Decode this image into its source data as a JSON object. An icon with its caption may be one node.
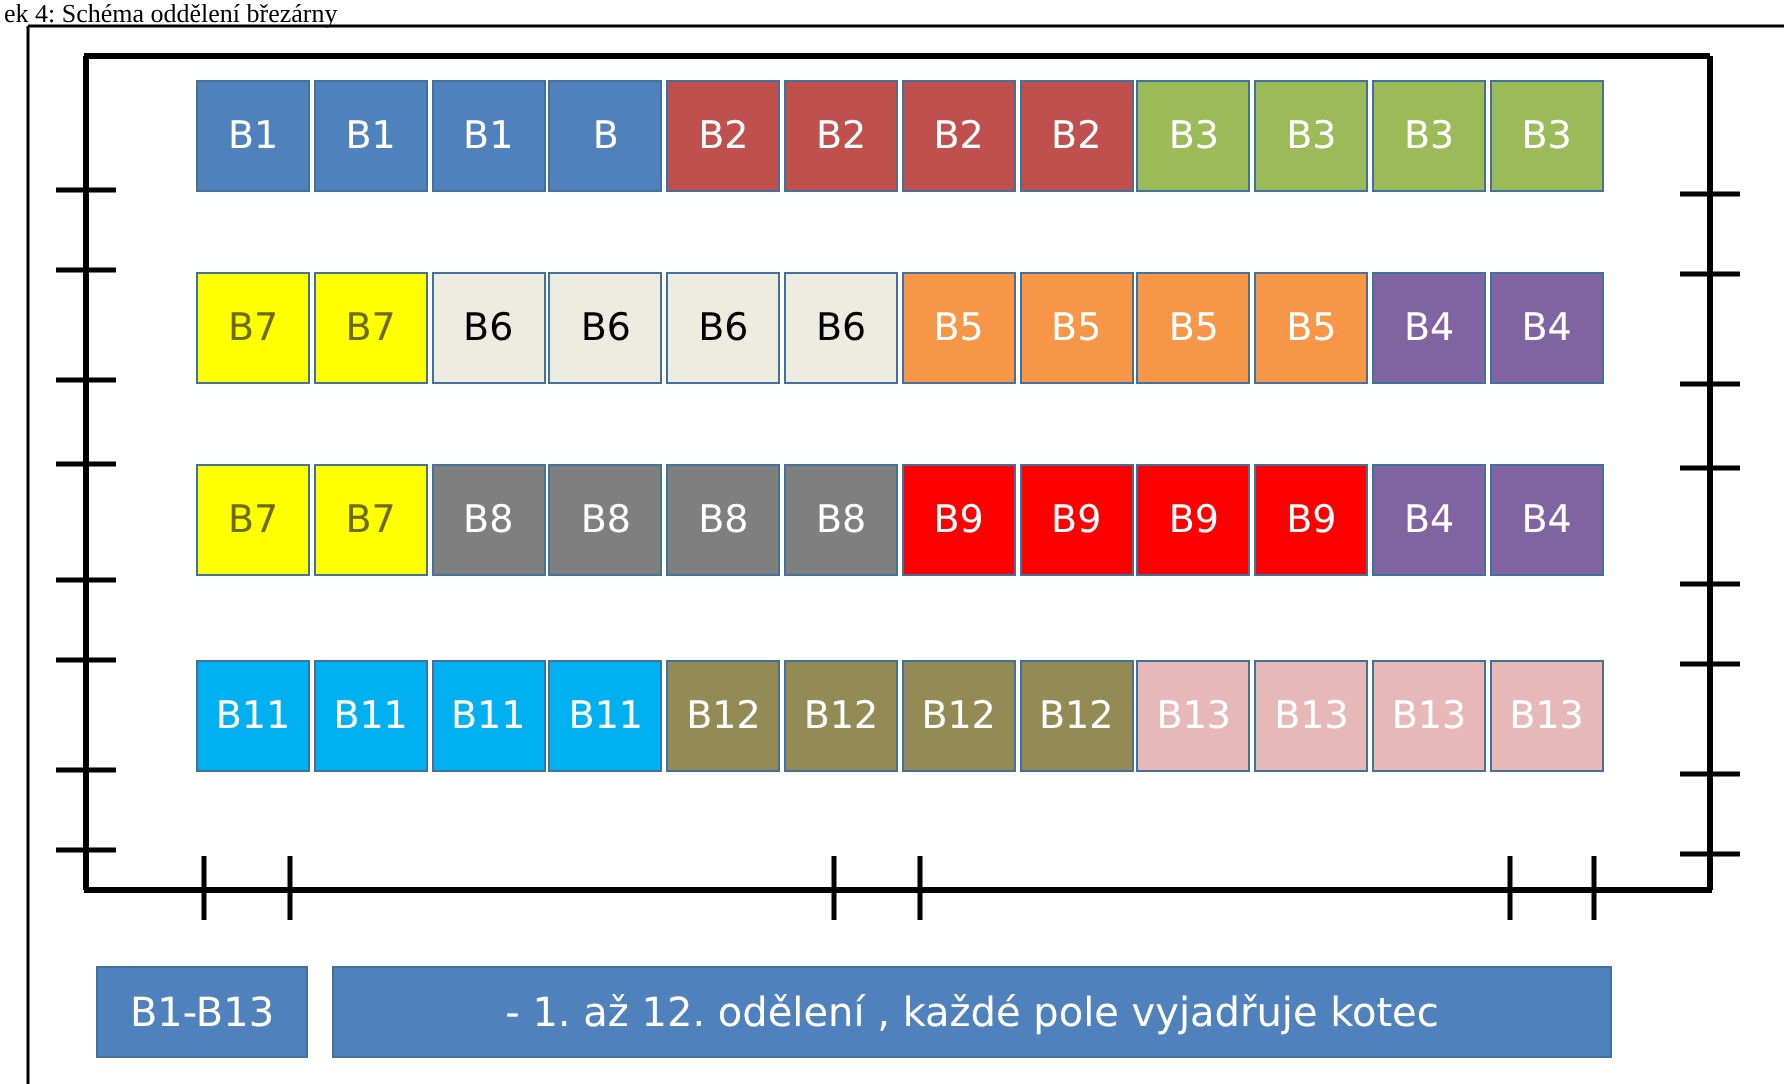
{
  "diagram": {
    "title": "ek 4: Schéma oddělení březárny",
    "nodes": [
      {
        "text": [
          "B1"
        ]
      },
      {
        "text": [
          "B1"
        ]
      },
      {
        "text": [
          "B1"
        ]
      },
      {
        "text": [
          "B"
        ]
      },
      {
        "text": [
          "B2"
        ]
      },
      {
        "text": [
          "B2"
        ]
      },
      {
        "text": [
          "B2"
        ]
      },
      {
        "text": [
          "B2"
        ]
      },
      {
        "text": [
          "B3"
        ]
      },
      {
        "text": [
          "B3"
        ]
      },
      {
        "text": [
          "B3"
        ]
      },
      {
        "text": [
          "B3"
        ]
      },
      {
        "text": [
          "B7"
        ]
      },
      {
        "text": [
          "B7"
        ]
      },
      {
        "text": [
          "B6"
        ]
      },
      {
        "text": [
          "B6"
        ]
      },
      {
        "text": [
          "B6"
        ]
      },
      {
        "text": [
          "B6"
        ]
      },
      {
        "text": [
          "B5"
        ]
      },
      {
        "text": [
          "B5"
        ]
      },
      {
        "text": [
          "B5"
        ]
      },
      {
        "text": [
          "B5"
        ]
      },
      {
        "text": [
          "B4"
        ]
      },
      {
        "text": [
          "B4"
        ]
      },
      {
        "text": [
          "B7"
        ]
      },
      {
        "text": [
          "B7"
        ]
      },
      {
        "text": [
          "B8"
        ]
      },
      {
        "text": [
          "B8"
        ]
      },
      {
        "text": [
          "B8"
        ]
      },
      {
        "text": [
          "B8"
        ]
      },
      {
        "text": [
          "B9"
        ]
      },
      {
        "text": [
          "B9"
        ]
      },
      {
        "text": [
          "B9"
        ]
      },
      {
        "text": [
          "B9"
        ]
      },
      {
        "text": [
          "B4"
        ]
      },
      {
        "text": [
          "B4"
        ]
      },
      {
        "text": [
          "B11"
        ]
      },
      {
        "text": [
          "B11"
        ]
      },
      {
        "text": [
          "B11"
        ]
      },
      {
        "text": [
          "B11"
        ]
      },
      {
        "text": [
          "B12"
        ]
      },
      {
        "text": [
          "B12"
        ]
      },
      {
        "text": [
          "B12"
        ]
      },
      {
        "text": [
          "B12"
        ]
      },
      {
        "text": [
          "B13"
        ]
      },
      {
        "text": [
          "B13"
        ]
      },
      {
        "text": [
          "B13"
        ]
      },
      {
        "text": [
          "B13"
        ]
      },
      {
        "text": [
          "B1-B13"
        ]
      },
      {
        "text": [
          "- 1. až 12. odělení , každé pole vyjadřuje kotec"
        ]
      }
    ]
  }
}
